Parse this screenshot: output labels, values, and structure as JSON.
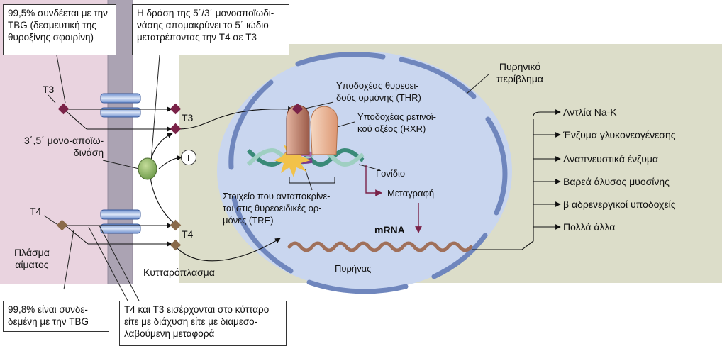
{
  "labels": {
    "t3_outside": "T3",
    "t4_outside": "T4",
    "t3_inside": "T3",
    "t4_inside": "T4",
    "deiodinase": [
      "3΄,5΄ μονο-απoϊω-",
      "δινάση"
    ],
    "iodide": "I",
    "plasma": [
      "Πλάσμα",
      "αίματος"
    ],
    "cytoplasm": "Κυτταρόπλασμα",
    "nuclear_envelope": [
      "Πυρηνικό",
      "περίβλημα"
    ],
    "thr": [
      "Υποδοχέας θυρεοει-",
      "δούς ορμόνης (THR)"
    ],
    "rxr": [
      "Υποδοχέας ρετινοϊ-",
      "κού οξέος (RXR)"
    ],
    "gene": "Γονίδιο",
    "transcription": "Μεταγραφή",
    "mrna": "mRNA",
    "nucleus": "Πυρήνας",
    "tre": [
      "Στοιχείο που ανταποκρίνε-",
      "ται στις θυρεοειδικές ορ-",
      "μόνες (TRE)"
    ]
  },
  "callouts": {
    "tbg_995": [
      "99,5% συνδέεται με την",
      "TBG (δεσμευτική της",
      "θυροξίνης σφαιρίνη)"
    ],
    "deiodinase_action": [
      "Η δράση της 5΄/3΄ μονοαποϊωδι-",
      "νάσης απομακρύνει το 5΄ ιώδιο",
      "μετατρέποντας την T4 σε T3"
    ],
    "tbg_998": [
      "99,8% είναι συνδε-",
      "δεμένη με την TBG"
    ],
    "entry": [
      "T4 και T3 εισέρχονται στο κύτταρο",
      "είτε με διάχυση είτε με διαμεσο-",
      "λαβούμενη μεταφορά"
    ]
  },
  "outputs": [
    "Αντλία Na-K",
    "Ένζυμα γλυκονεογένεσης",
    "Αναπνευστικά ένζυμα",
    "Βαρεά άλυσος μυοσίνης",
    "β αδρενεργικοί υποδοχείς",
    "Πολλά άλλα"
  ],
  "colors": {
    "plasma": "#e9d3df",
    "membrane": "#aba3b3",
    "cytoplasm": "#dcddc9",
    "nucleus": "#c9d6ef",
    "envelope": "#6f86bd",
    "hormone": "#7a2248",
    "t4_hormone": "#8a6a4a",
    "mrna": "#a0705a"
  }
}
